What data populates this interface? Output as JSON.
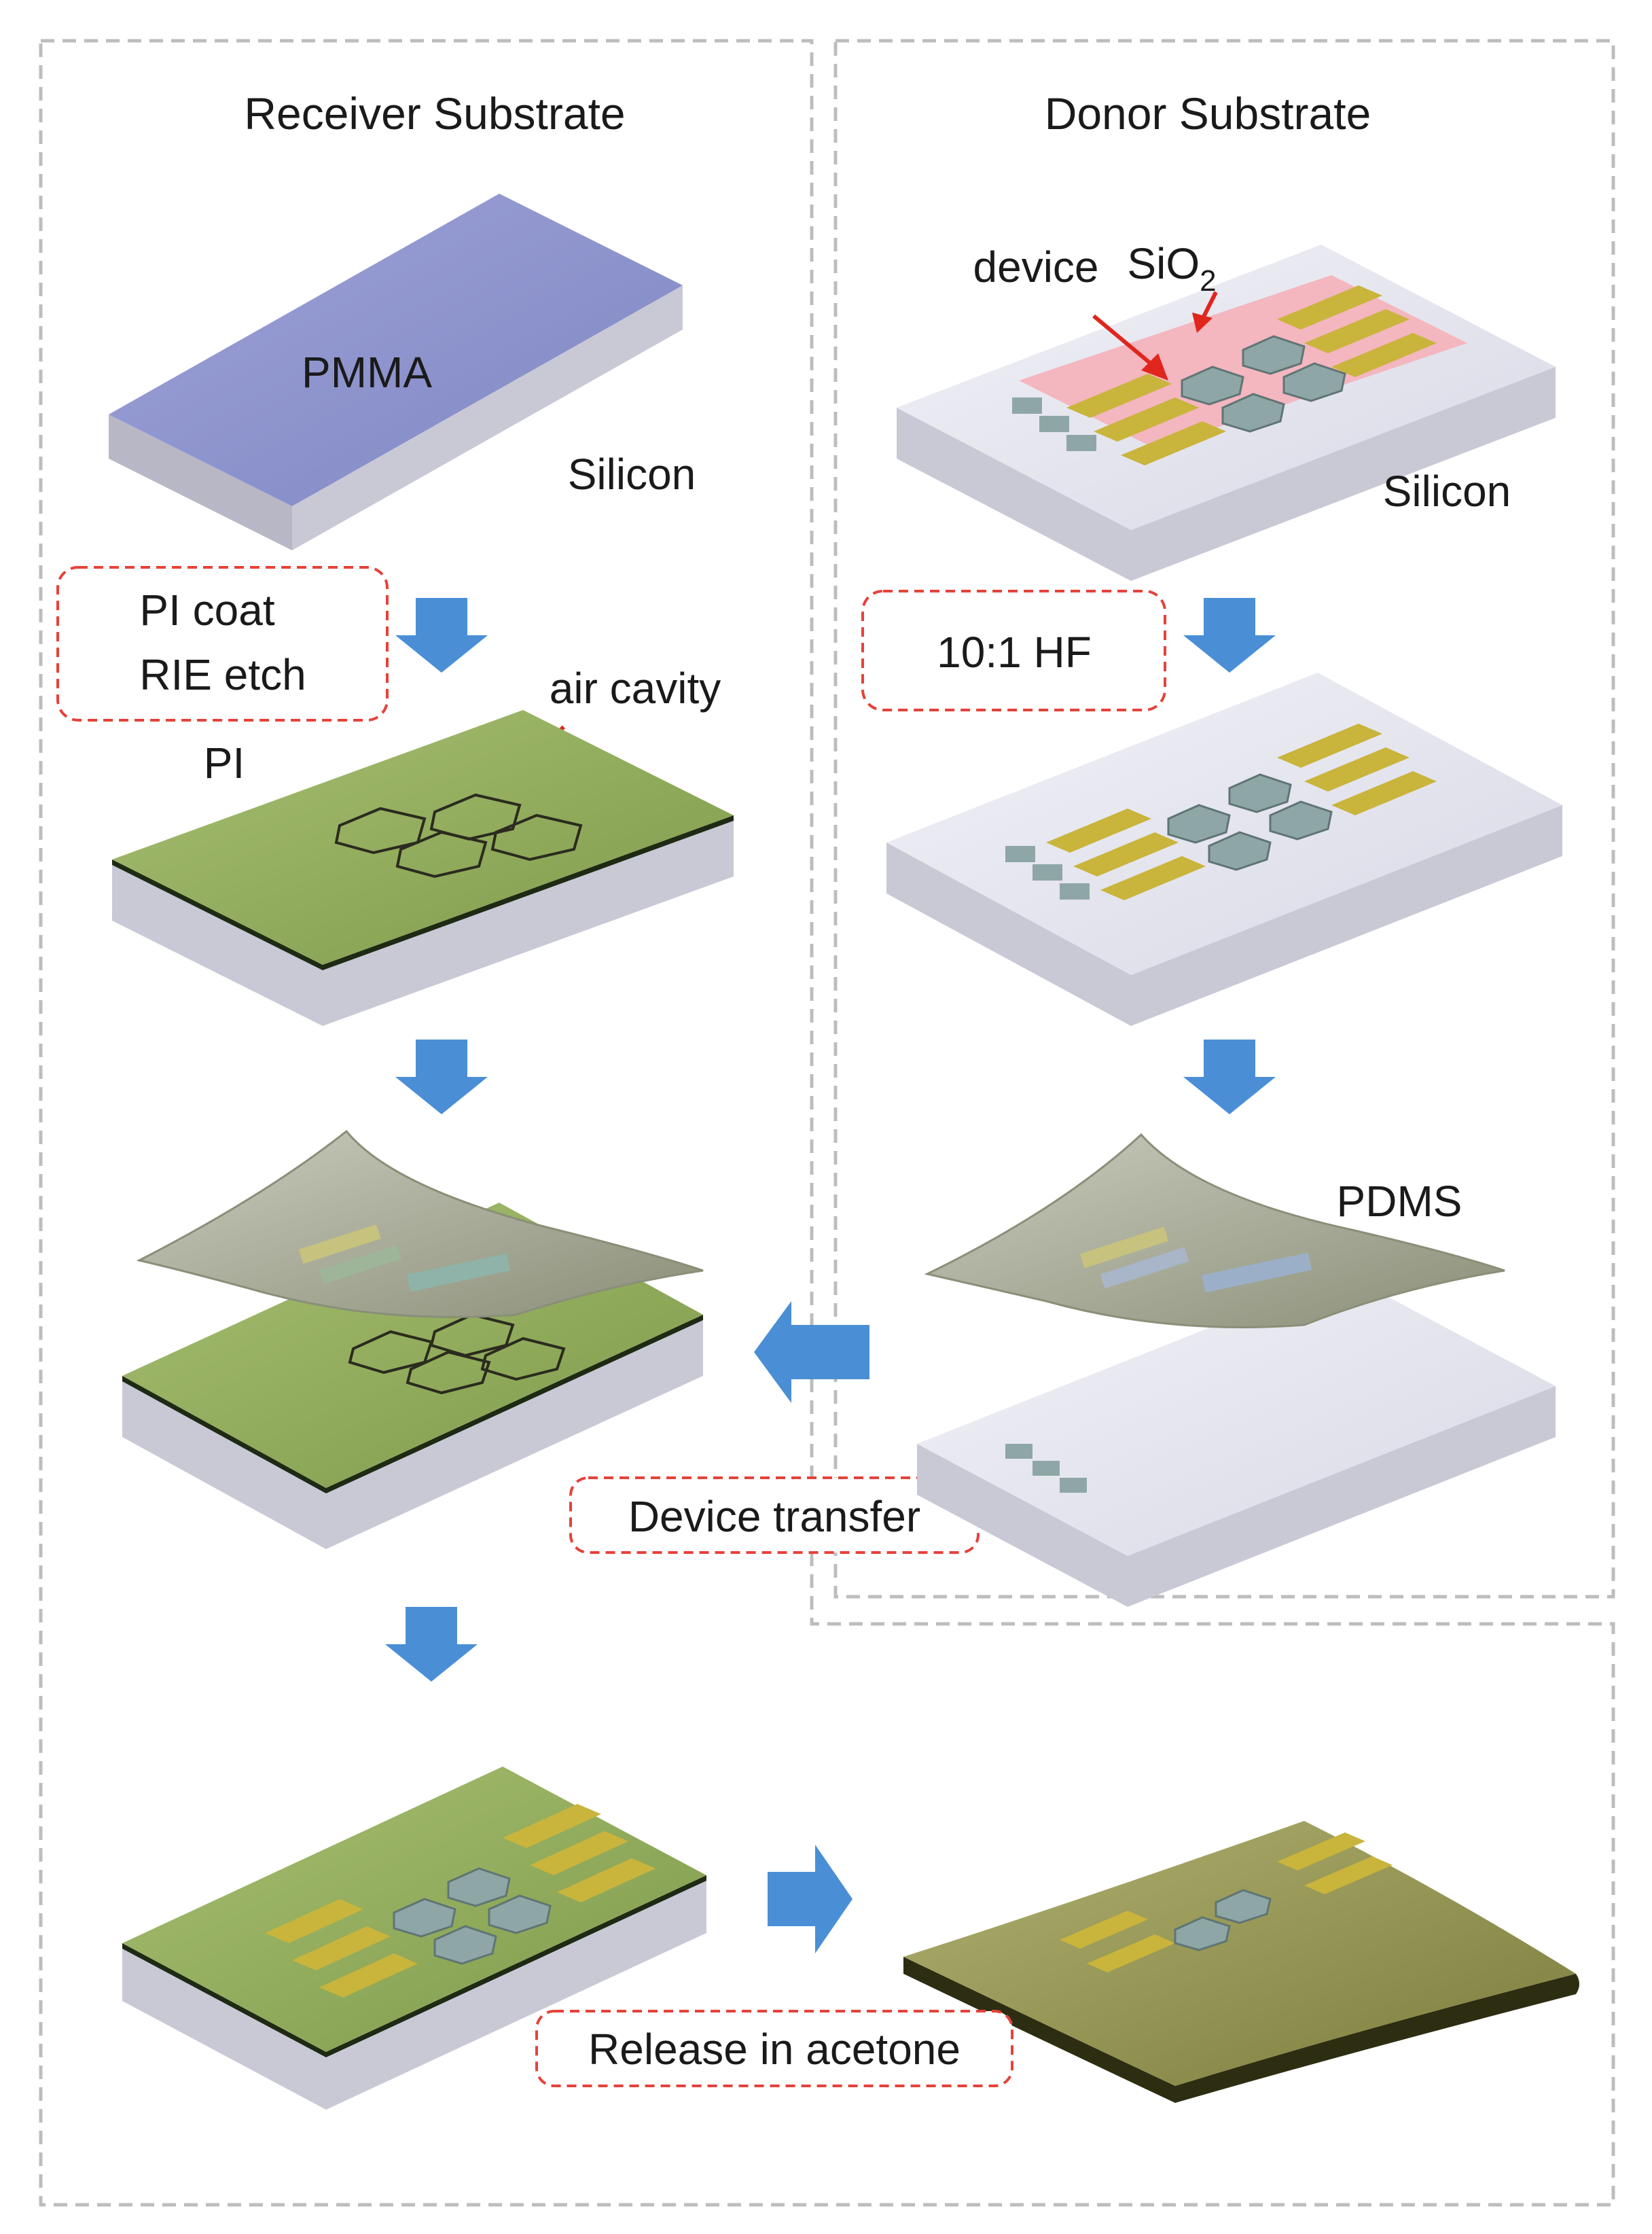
{
  "headers": {
    "receiver": "Receiver Substrate",
    "donor": "Donor Substrate"
  },
  "labels": {
    "pmma": "PMMA",
    "silicon_left": "Silicon",
    "silicon_right": "Silicon",
    "device": "device",
    "sio2": "SiO",
    "sio2_sub": "2",
    "air_cavity": "air cavity",
    "pi": "PI",
    "pdms": "PDMS"
  },
  "steps": {
    "pi_coat": "PI coat",
    "rie_etch": "RIE etch",
    "hf": "10:1 HF",
    "device_transfer": "Device transfer",
    "release": "Release in acetone"
  },
  "colors": {
    "pmma": "#8d92cc",
    "pi_green": "#93ad5e",
    "silicon": "#e7e7f0",
    "sio2_pink": "#f4b6bf",
    "gold": "#c9b43c",
    "device_gray": "#8ea7a6",
    "blue_arrow": "#4a8fd6",
    "red_arrow": "#e0261d",
    "dashed_border": "#bdbdbd",
    "red_dashed_box": "#e5423a"
  }
}
